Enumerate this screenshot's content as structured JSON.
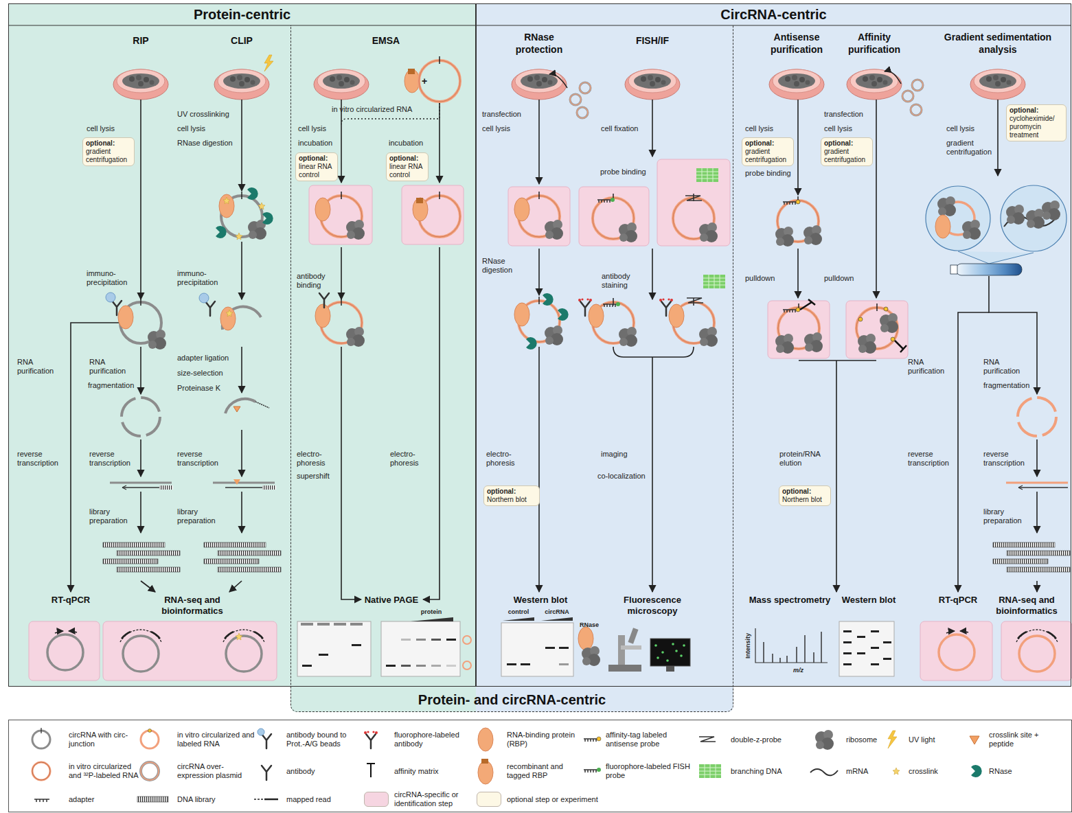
{
  "diagram": {
    "nodes": [
      {
        "text": [
          "Protein-centric"
        ]
      },
      {
        "text": [
          "CircRNA-centric"
        ]
      },
      {
        "text": [
          "Protein- and circRNA-centric"
        ]
      },
      {
        "text": [
          "optional:",
          "gradient centrifugation"
        ],
        "in": 0
      },
      {
        "text": [
          "optional:",
          "linear RNA control"
        ],
        "in": 0
      },
      {
        "text": [
          "optional:",
          "linear RNA control"
        ],
        "in": 0
      },
      {
        "text": [
          "optional:",
          "Northern blot"
        ],
        "in": 1
      },
      {
        "text": [
          "optional:",
          "gradient centrifugation"
        ],
        "in": 1
      },
      {
        "text": [
          "optional:",
          "gradient centrifugation"
        ],
        "in": 1
      },
      {
        "text": [
          "optional:",
          "cycloheximide/ puromycin treatment"
        ],
        "in": 1
      },
      {
        "text": [
          "optional:",
          "Northern blot"
        ],
        "in": 1
      }
    ],
    "labels": [
      "RIP",
      "CLIP",
      "EMSA",
      "RNase protection",
      "FISH/IF",
      "Antisense purification",
      "Affinity purification",
      "Gradient sedimentation analysis",
      "cell lysis",
      "immuno- precipitation",
      "RNA purification",
      "RNA purification",
      "fragmentation",
      "reverse transcription",
      "reverse transcription",
      "library preparation",
      "RT-qPCR",
      "RNA-seq and bioinformatics",
      "UV crosslinking",
      "cell lysis",
      "RNase digestion",
      "immuno- precipitation",
      "adapter ligation",
      "size-selection",
      "Proteinase K",
      "reverse transcription",
      "library preparation",
      "in vitro circularized RNA",
      "cell lysis",
      "incubation",
      "incubation",
      "antibody binding",
      "electro- phoresis",
      "supershift",
      "electro- phoresis",
      "Native PAGE",
      "protein",
      "transfection",
      "cell lysis",
      "RNase digestion",
      "electro- phoresis",
      "Western blot",
      "control",
      "circRNA",
      "RNase",
      "cell fixation",
      "probe binding",
      "antibody staining",
      "imaging",
      "co-localization",
      "Fluorescence microscopy",
      "cell lysis",
      "probe binding",
      "pulldown",
      "protein/RNA elution",
      "Mass spectrometry",
      "Intensity",
      "m/z",
      "transfection",
      "cell lysis",
      "pulldown",
      "Western blot",
      "cell lysis",
      "gradient centrifugation",
      "RNA purification",
      "RNA purification",
      "fragmentation",
      "reverse transcription",
      "reverse transcription",
      "library preparation",
      "RT-qPCR",
      "RNA-seq and bioinformatics"
    ],
    "legend": [
      {
        "text": "circRNA with circ-junction"
      },
      {
        "text": "in vitro circularized and labeled RNA"
      },
      {
        "text": "antibody bound to Prot.-A/G beads"
      },
      {
        "text": "fluorophore-labeled antibody"
      },
      {
        "text": "RNA-binding protein (RBP)"
      },
      {
        "text": "affinity-tag labeled antisense probe"
      },
      {
        "text": "double-z-probe"
      },
      {
        "text": "ribosome"
      },
      {
        "text": "UV light"
      },
      {
        "text": "crosslink site + peptide"
      },
      {
        "text": "in vitro circularized and ³²P-labeled RNA"
      },
      {
        "text": "circRNA over- expression plasmid"
      },
      {
        "text": "antibody"
      },
      {
        "text": "affinity matrix"
      },
      {
        "text": "recombinant and tagged RBP"
      },
      {
        "text": "fluorophore-labeled FISH probe"
      },
      {
        "text": "branching DNA"
      },
      {
        "text": "mRNA"
      },
      {
        "text": "crosslink"
      },
      {
        "text": "RNase"
      },
      {
        "text": "adapter"
      },
      {
        "text": "DNA library"
      },
      {
        "text": "mapped read"
      },
      {
        "text": "circRNA-specific or identification step",
        "color": "#f6d5e1"
      },
      {
        "text": "optional step or experiment",
        "color": "#fdf8e5"
      }
    ]
  }
}
